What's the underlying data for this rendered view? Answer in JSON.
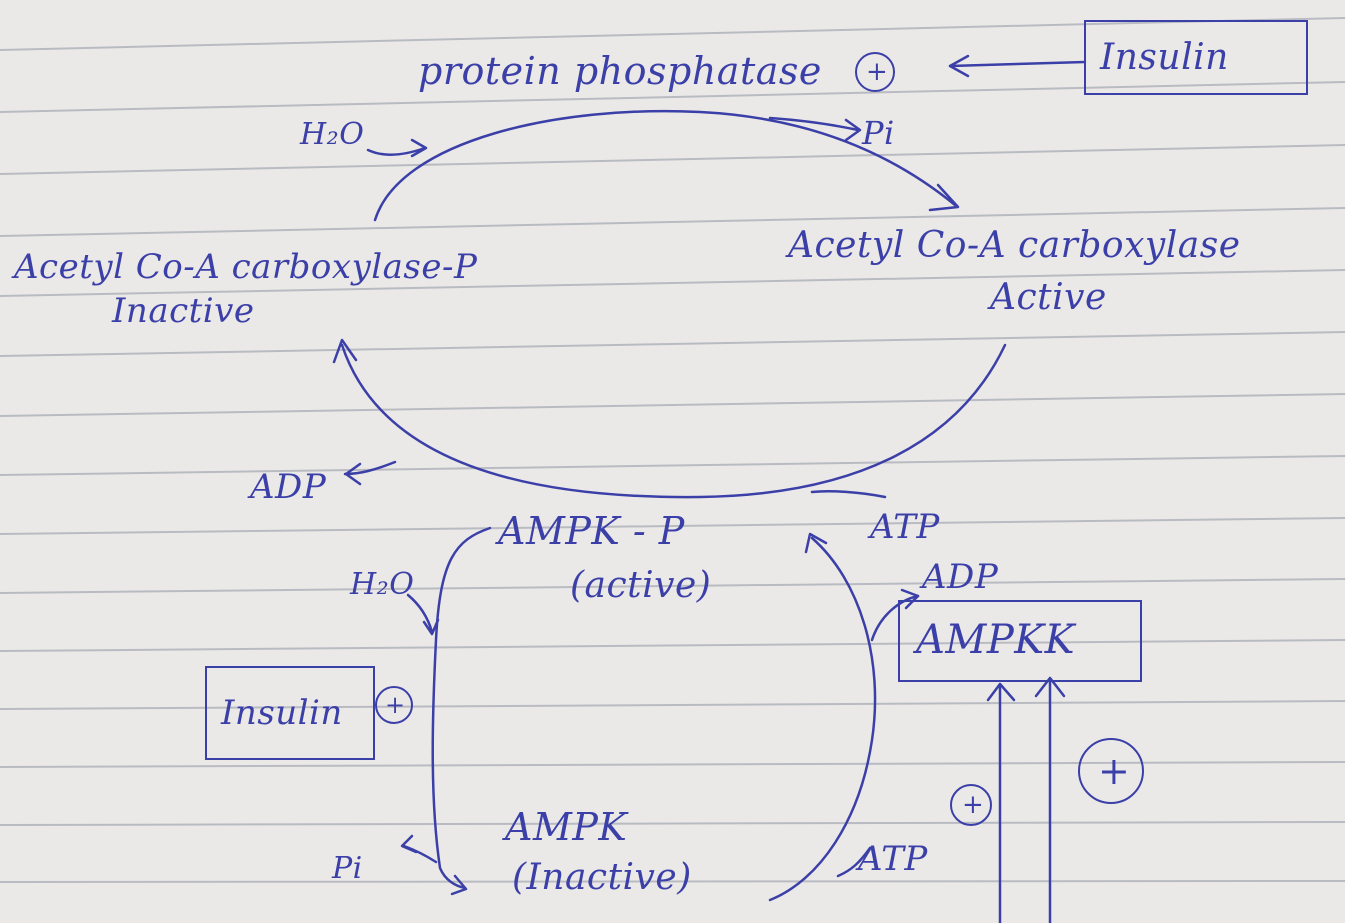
{
  "diagram": {
    "enzyme_top": "protein phosphatase",
    "insulin_top": "Insulin",
    "plus_symbol": "+",
    "water_top": "H₂O",
    "pi_top": "Pi",
    "left_enzyme": "Acetyl Co-A carboxylase-P",
    "left_state": "Inactive",
    "right_enzyme": "Acetyl Co-A carboxylase",
    "right_state": "Active",
    "adp_mid": "ADP",
    "ampk_p": "AMPK - P",
    "ampk_p_state": "(active)",
    "atp_mid": "ATP",
    "water_bottom": "H₂O",
    "adp_bottom": "ADP",
    "ampkk": "AMPKK",
    "insulin_left": "Insulin",
    "ampk": "AMPK",
    "ampk_state": "(Inactive)",
    "pi_bottom": "Pi",
    "atp_bottom": "ATP"
  },
  "colors": {
    "ink": "#3b3fa8",
    "paper": "#ebe9e7",
    "rule_line": "#a9acb6"
  }
}
